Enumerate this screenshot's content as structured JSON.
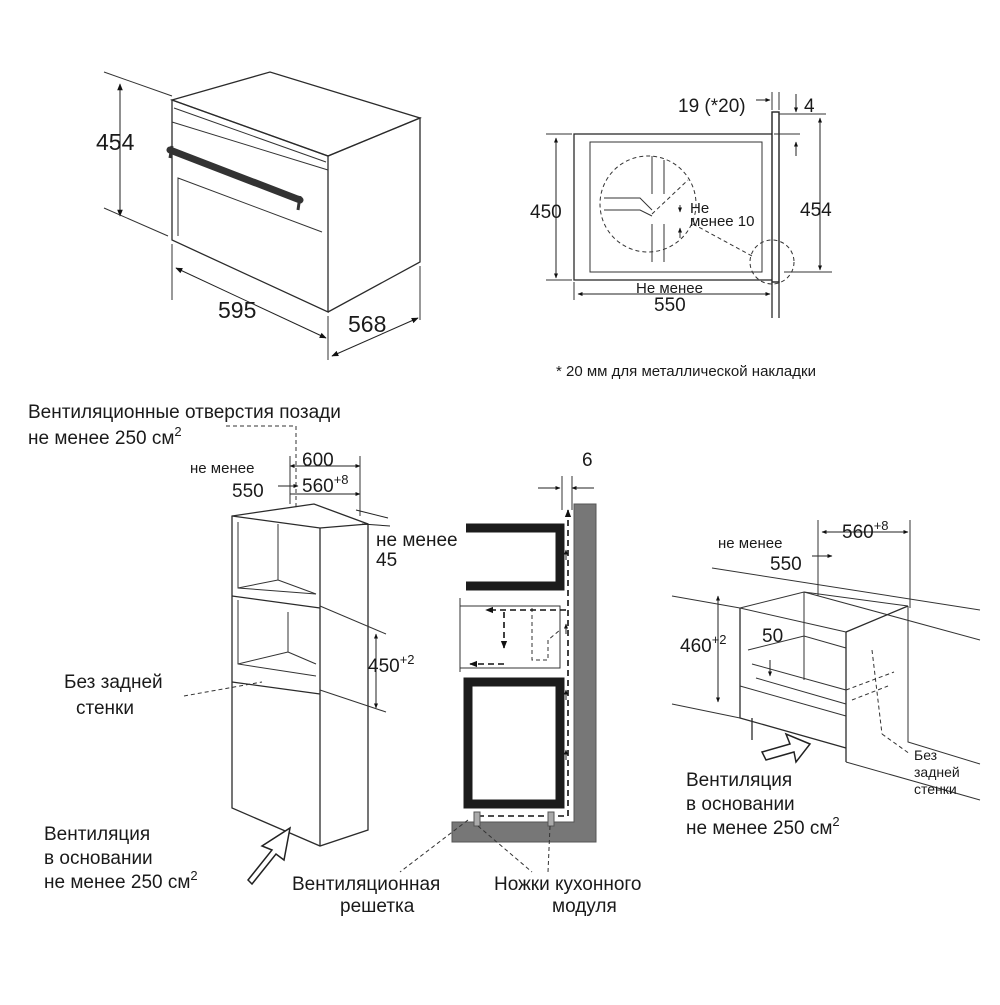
{
  "oven_view": {
    "height": "454",
    "width": "595",
    "depth": "568"
  },
  "section_view": {
    "panel_thickness": "19 (*20)",
    "offset": "4",
    "opening_height": "450",
    "oven_height": "454",
    "gap_label": [
      "Не",
      "менее 10"
    ],
    "depth_label": "Не менее",
    "depth_value": "550"
  },
  "footnote": "* 20 мм для металлической накладки",
  "tall_cabinet": {
    "vent_note_line1": "Вентиляционные отверстия позади",
    "vent_note_line2": "не менее 250 см",
    "vent_note_sup": "2",
    "min_label": "не менее",
    "depth_550": "550",
    "width_600": "600",
    "niche_width": "560",
    "niche_width_tol": "+8",
    "top_min": "не менее",
    "top_value": "45",
    "niche_height": "450",
    "niche_height_tol": "+2",
    "no_back_line1": "Без задней",
    "no_back_line2": "стенки",
    "base_vent_line1": "Вентиляция",
    "base_vent_line2": "в основании",
    "base_vent_line3": "не менее 250 см",
    "base_vent_sup": "2"
  },
  "air_section": {
    "gap": "6",
    "grille_line1": "Вентиляционная",
    "grille_line2": "решетка",
    "legs_line1": "Ножки кухонного",
    "legs_line2": "модуля"
  },
  "undercounter": {
    "min_label": "не менее",
    "depth_550": "550",
    "niche_width": "560",
    "niche_width_tol": "+8",
    "niche_height": "460",
    "niche_height_tol": "+2",
    "gap_50": "50",
    "no_back_line1": "Без",
    "no_back_line2": "задней",
    "no_back_line3": "стенки",
    "base_vent_line1": "Вентиляция",
    "base_vent_line2": "в основании",
    "base_vent_line3": "не менее 250 см",
    "base_vent_sup": "2"
  }
}
